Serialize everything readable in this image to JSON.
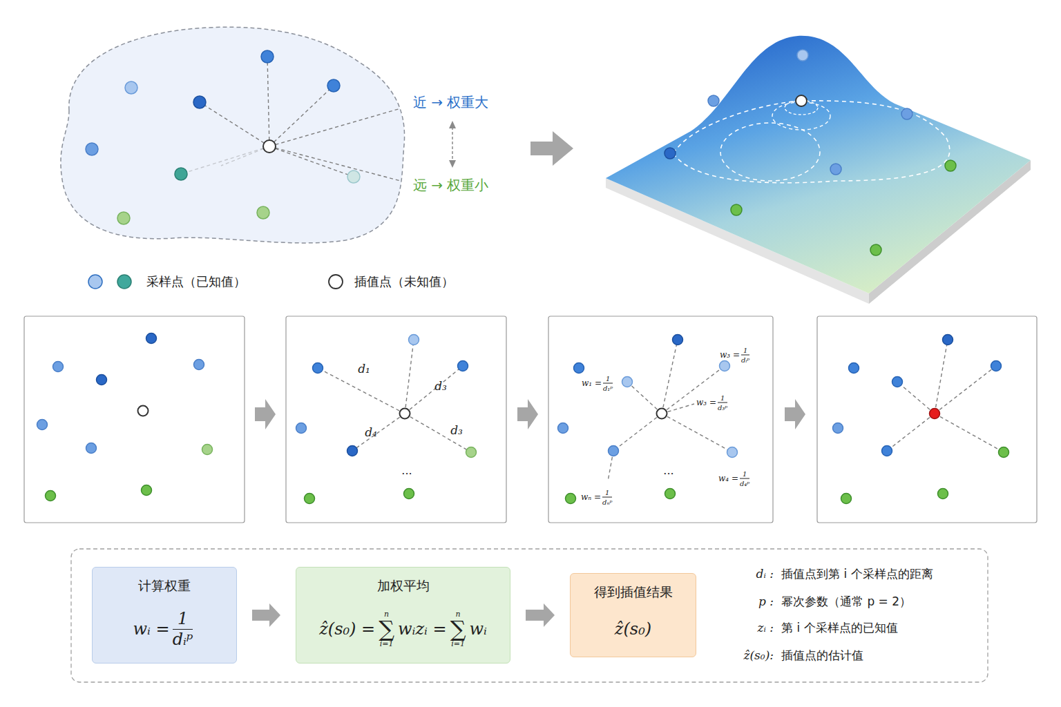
{
  "diagram": {
    "nodes": [
      {
        "text": [
          "计算权重",
          "wᵢ =",
          "1",
          "dᵢᵖ"
        ]
      },
      {
        "text": [
          "加权平均",
          "ẑ(s₀) =",
          "n",
          "∑",
          "i=1",
          "wᵢzᵢ =",
          "n",
          "∑",
          "i=1",
          "wᵢ"
        ]
      },
      {
        "text": [
          "得到插值结果",
          "ẑ(s₀)"
        ]
      }
    ],
    "edges": [
      {
        "from": 0,
        "to": 1,
        "arrow": "to"
      },
      {
        "from": 1,
        "to": 2,
        "arrow": "to"
      }
    ],
    "labels": [
      "近 → 权重大",
      "远 → 权重小",
      "d₁",
      "d₃",
      "d₄",
      "d₃",
      "...",
      "w₁ =",
      "1",
      "d₁ᵖ",
      "w₃ =",
      "1",
      "dᵢᵖ",
      "w₃ =",
      "1",
      "d₃ᵖ",
      "w₄ =",
      "1",
      "d₄ᵖ",
      "wₙ =",
      "1",
      "dₙᵖ",
      "...",
      "dᵢ :",
      "插值点到第 i 个采样点的距离",
      "p :",
      "幂次参数（通常 p = 2）",
      "zᵢ :",
      "第 i 个采样点的已知值",
      "ẑ(s₀):",
      "插值点的估计值"
    ],
    "legend": [
      {
        "text": "采样点（已知值）"
      },
      {
        "text": "插值点（未知值）"
      }
    ]
  }
}
